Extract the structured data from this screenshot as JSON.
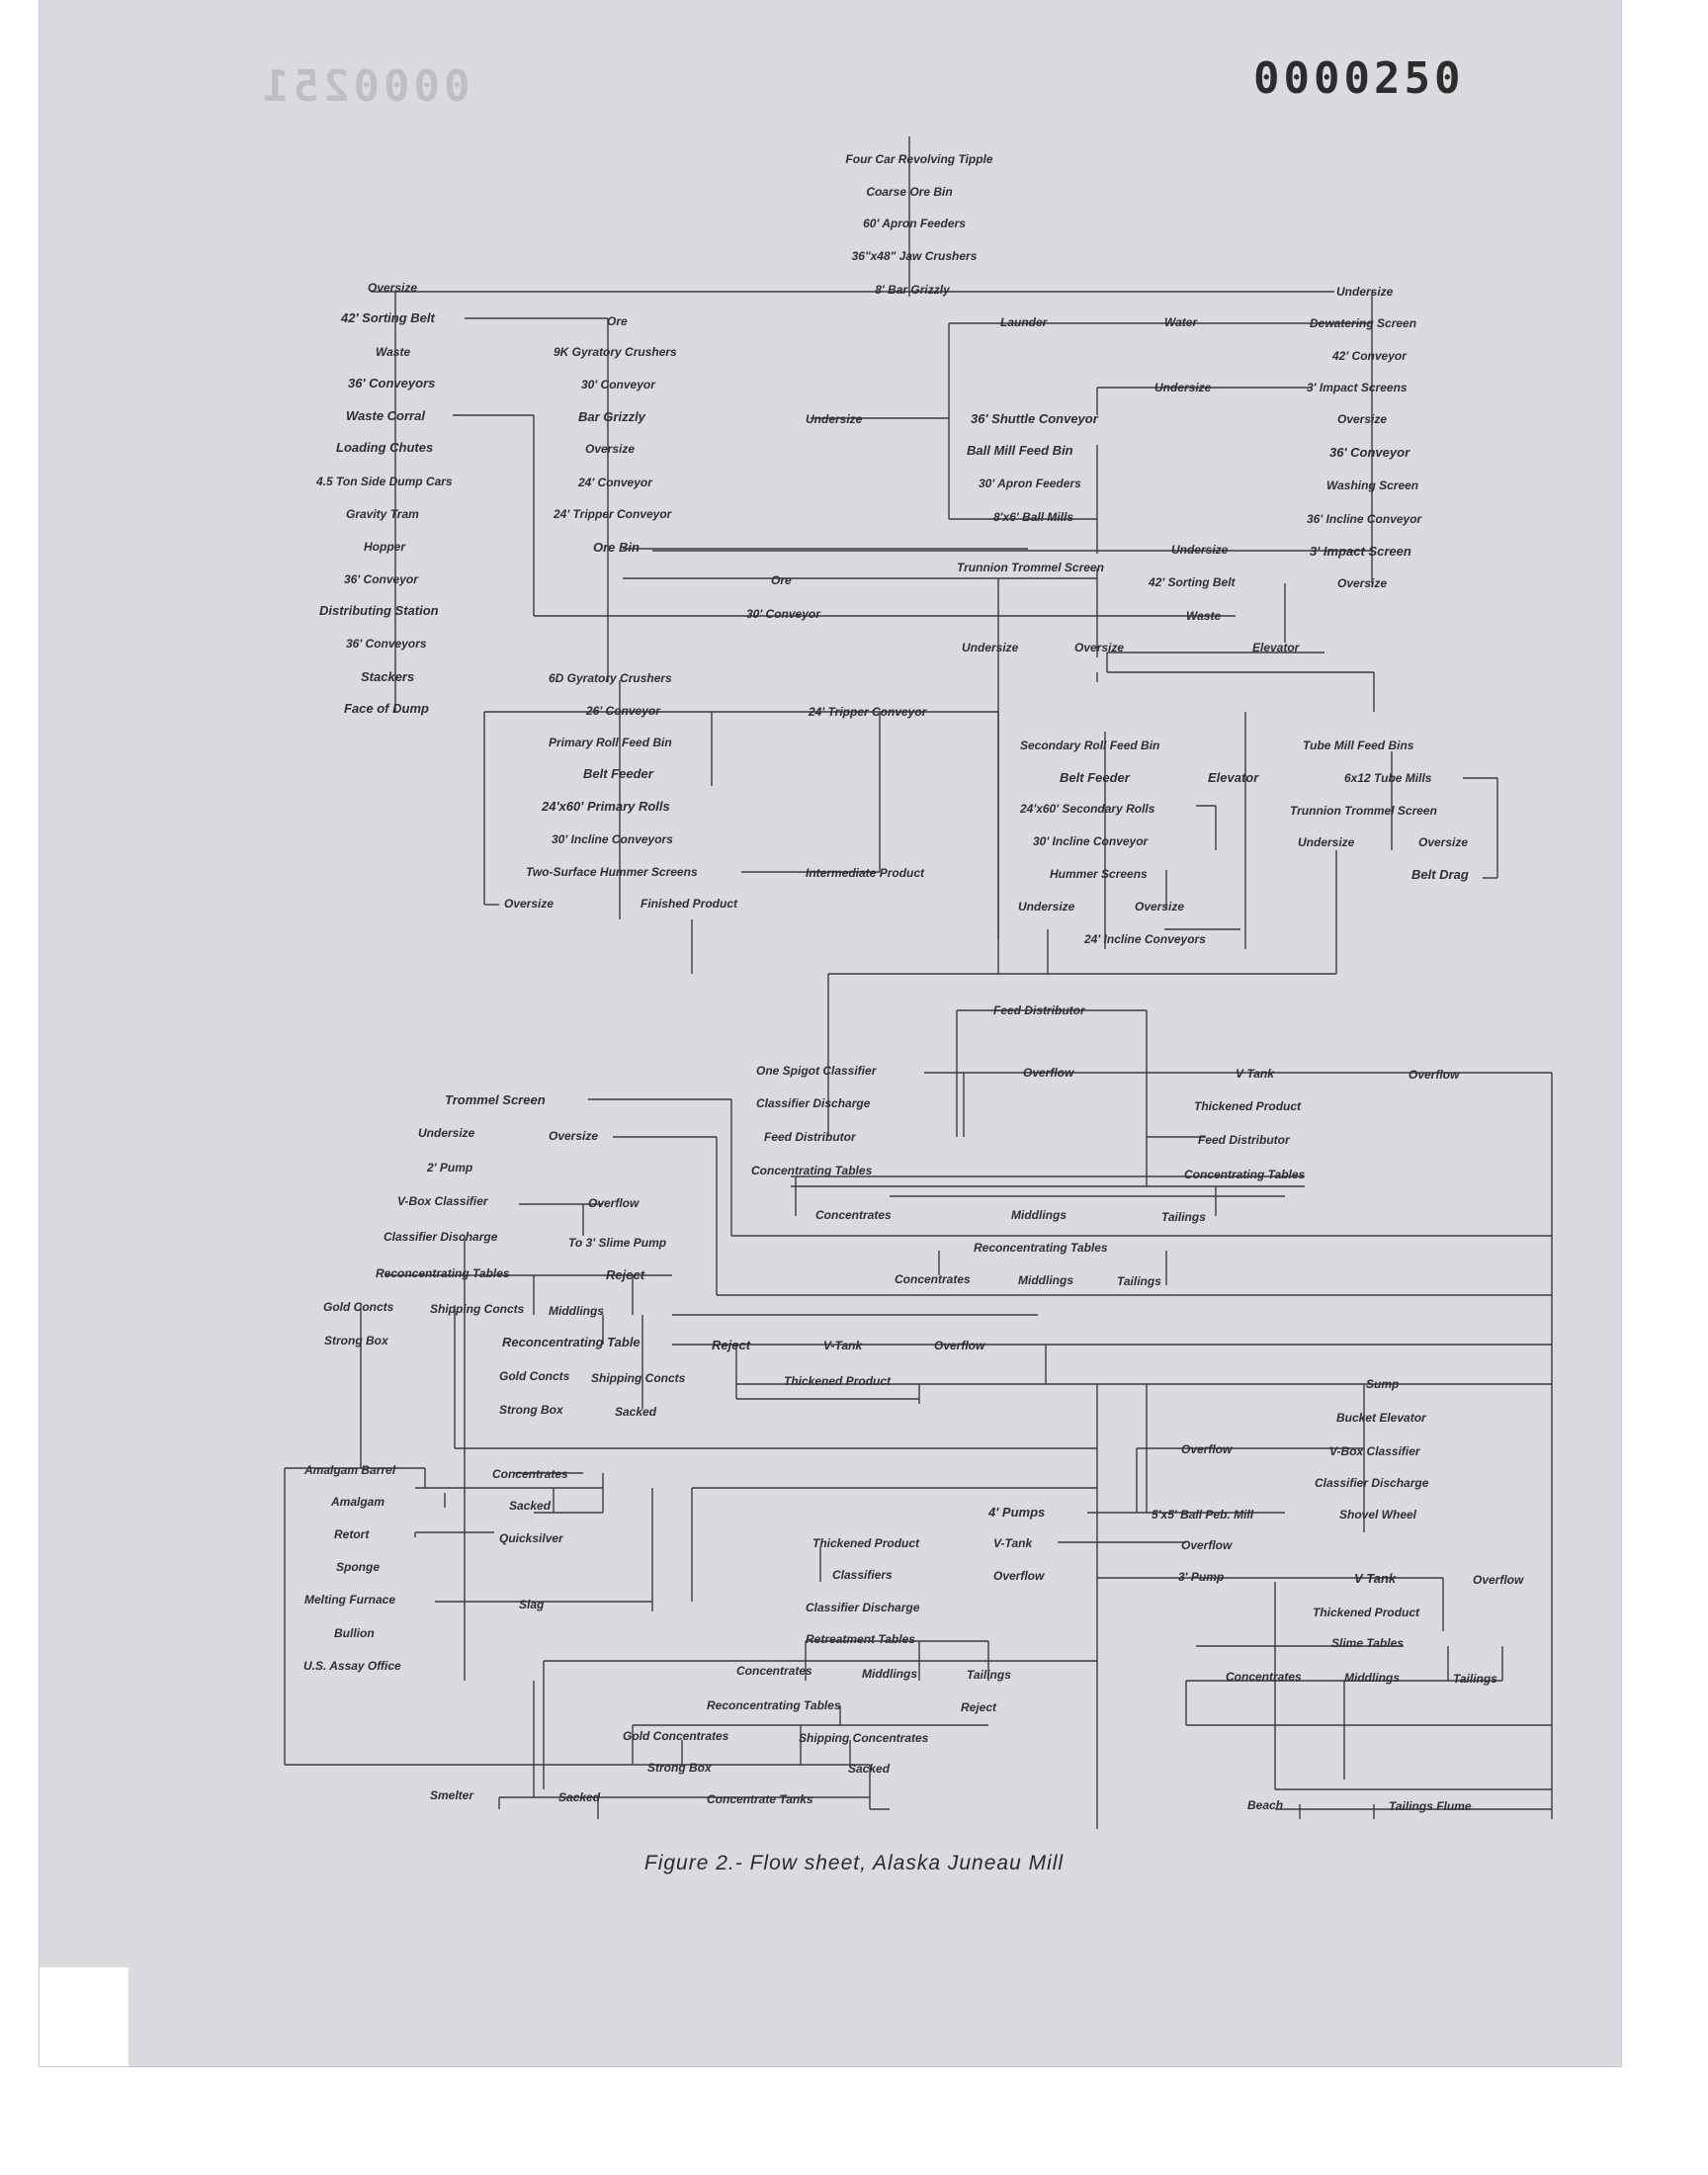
{
  "header": {
    "stamp": "0000250",
    "mirror_stamp": "0000251"
  },
  "caption": "Figure 2.- Flow sheet, Alaska Juneau Mill",
  "n": {
    "n1": "Four Car Revolving Tipple",
    "n2": "Coarse Ore Bin",
    "n3": "60' Apron Feeders",
    "n4": "36\"x48\" Jaw Crushers",
    "n5": "Oversize",
    "n6": "8' Bar Grizzly",
    "n7": "Undersize",
    "n8": "42' Sorting Belt",
    "n9": "Ore",
    "n10": "Launder",
    "n11": "Water",
    "n12": "Dewatering Screen",
    "n13": "Waste",
    "n14": "9K Gyratory Crushers",
    "n15": "42' Conveyor",
    "n16": "36' Conveyors",
    "n17": "30' Conveyor",
    "n18": "Undersize",
    "n19": "3' Impact Screens",
    "n20": "Waste Corral",
    "n21": "Bar Grizzly",
    "n22": "Undersize",
    "n23": "36' Shuttle Conveyor",
    "n24": "Oversize",
    "n25": "Loading Chutes",
    "n26": "Oversize",
    "n27": "Ball Mill Feed Bin",
    "n28": "36' Conveyor",
    "n29": "4.5 Ton Side Dump Cars",
    "n30": "24' Conveyor",
    "n31": "30' Apron Feeders",
    "n32": "Washing Screen",
    "n33": "Gravity Tram",
    "n34": "24' Tripper Conveyor",
    "n35": "8'x6' Ball Mills",
    "n36": "36' Incline Conveyor",
    "n37": "Hopper",
    "n38": "Ore Bin",
    "n39": "Undersize",
    "n40": "3' Impact Screen",
    "n41": "Trunnion Trommel Screen",
    "n42": "36' Conveyor",
    "n43": "Ore",
    "n44": "42' Sorting Belt",
    "n45": "Oversize",
    "n46": "Distributing Station",
    "n47": "30' Conveyor",
    "n48": "Waste",
    "n49": "36' Conveyors",
    "n50": "Undersize",
    "n51": "Oversize",
    "n52": "Elevator",
    "n53": "Stackers",
    "n54": "6D Gyratory Crushers",
    "n55": "Face of Dump",
    "n56": "26' Conveyor",
    "n57": "24' Tripper Conveyor",
    "n58": "Secondary Roll Feed Bin",
    "n59": "Tube Mill Feed Bins",
    "n60": "Primary Roll Feed Bin",
    "n61": "Belt Feeder",
    "n62": "Elevator",
    "n63": "6x12 Tube Mills",
    "n64": "Belt Feeder",
    "n65": "24'x60' Secondary Rolls",
    "n66": "Trunnion Trommel Screen",
    "n67": "24'x60' Primary Rolls",
    "n68": "30' Incline Conveyor",
    "n69": "Undersize",
    "n70": "Oversize",
    "n71": "30' Incline Conveyors",
    "n72": "Hummer Screens",
    "n73": "Belt Drag",
    "n74": "Two-Surface Hummer Screens",
    "n75": "Intermediate Product",
    "n76": "Undersize",
    "n77": "Oversize",
    "n78": "Oversize",
    "n79": "Finished Product",
    "n80": "24' Incline Conveyors",
    "n81": "Feed Distributor",
    "n82": "One Spigot Classifier",
    "n83": "Overflow",
    "n84": "V Tank",
    "n85": "Overflow",
    "n86": "Trommel Screen",
    "n87": "Classifier Discharge",
    "n88": "Thickened Product",
    "n89": "Undersize",
    "n90": "Oversize",
    "n91": "Feed Distributor",
    "n92": "Feed Distributor",
    "n93": "2' Pump",
    "n94": "Concentrating Tables",
    "n95": "Concentrating Tables",
    "n96": "V-Box Classifier",
    "n97": "Overflow",
    "n98": "Concentrates",
    "n99": "Middlings",
    "n100": "Tailings",
    "n101": "Classifier Discharge",
    "n102": "To 3' Slime Pump",
    "n103": "Reconcentrating Tables",
    "n104": "Reconcentrating Tables",
    "n105": "Reject",
    "n106": "Concentrates",
    "n107": "Middlings",
    "n108": "Tailings",
    "n109": "Gold Concts",
    "n110": "Shipping Concts",
    "n111": "Middlings",
    "n112": "Strong Box",
    "n113": "Reconcentrating Table",
    "n114": "Reject",
    "n115": "V-Tank",
    "n116": "Overflow",
    "n117": "Gold Concts",
    "n118": "Shipping Concts",
    "n119": "Thickened Product",
    "n120": "Strong Box",
    "n121": "Sacked",
    "n122": "Sump",
    "n123": "Bucket Elevator",
    "n124": "Overflow",
    "n125": "V-Box Classifier",
    "n126": "Amalgam Barrel",
    "n127": "Concentrates",
    "n128": "Classifier Discharge",
    "n129": "Amalgam",
    "n130": "Sacked",
    "n131": "4' Pumps",
    "n132": "5'x5' Ball Peb. Mill",
    "n133": "Shovel Wheel",
    "n134": "Retort",
    "n135": "Quicksilver",
    "n136": "Thickened Product",
    "n137": "V-Tank",
    "n138": "Overflow",
    "n139": "Sponge",
    "n140": "Classifiers",
    "n141": "Overflow",
    "n142": "3' Pump",
    "n143": "V Tank",
    "n144": "Overflow",
    "n145": "Melting Furnace",
    "n146": "Slag",
    "n147": "Classifier Discharge",
    "n148": "Thickened Product",
    "n149": "Bullion",
    "n150": "Retreatment Tables",
    "n151": "Slime Tables",
    "n152": "U.S. Assay Office",
    "n153": "Concentrates",
    "n154": "Middlings",
    "n155": "Tailings",
    "n156": "Concentrates",
    "n157": "Middlings",
    "n158": "Tailings",
    "n159": "Reconcentrating Tables",
    "n160": "Reject",
    "n161": "Gold Concentrates",
    "n162": "Shipping Concentrates",
    "n163": "Strong Box",
    "n164": "Sacked",
    "n165": "Smelter",
    "n166": "Sacked",
    "n167": "Concentrate Tanks",
    "n168": "Beach",
    "n169": "Tailings Flume"
  }
}
